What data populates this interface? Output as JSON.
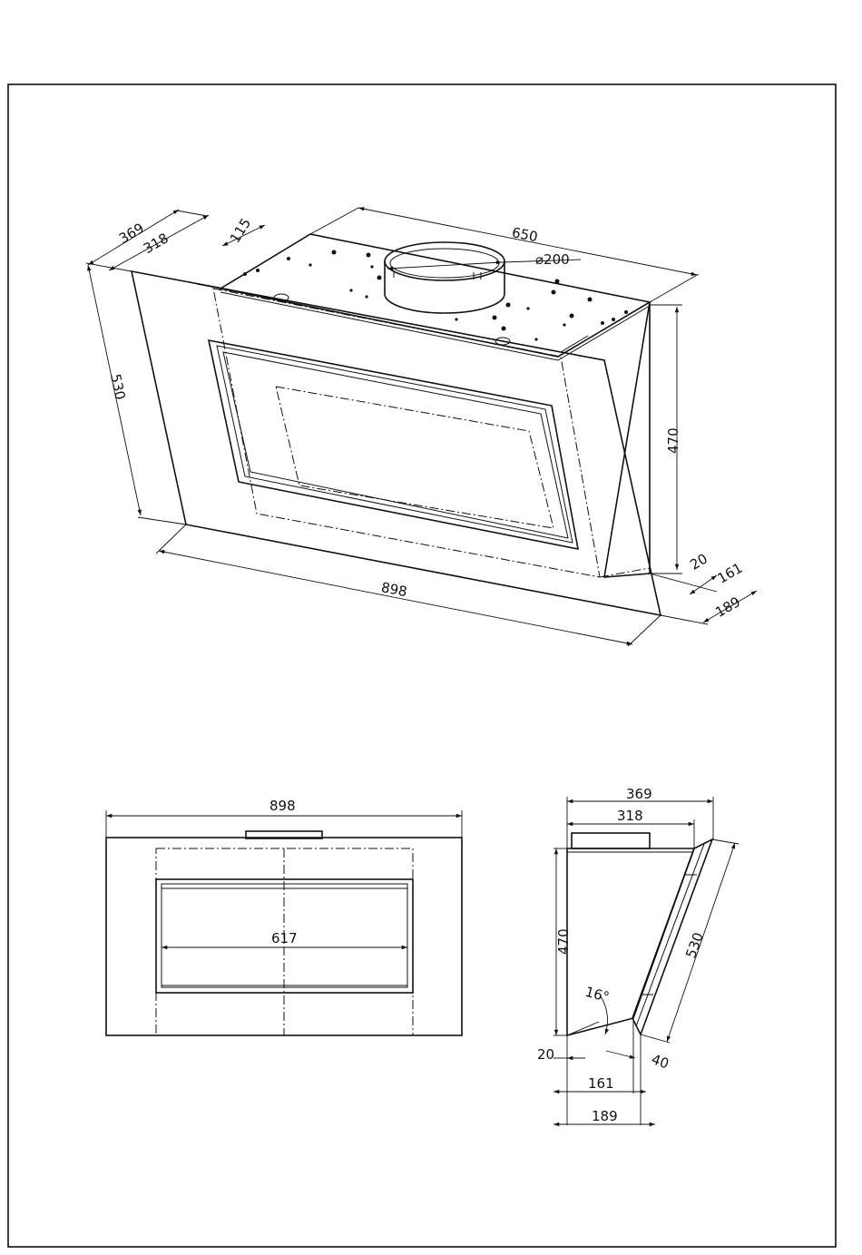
{
  "dimensions": {
    "iso": {
      "d369": "369",
      "d318": "318",
      "d115": "115",
      "d650": "650",
      "d200": "⌀200",
      "d530": "530",
      "d470": "470",
      "d898": "898",
      "d20": "20",
      "d161": "161",
      "d189": "189"
    },
    "front": {
      "d898": "898",
      "d617": "617"
    },
    "side": {
      "d369": "369",
      "d318": "318",
      "d470": "470",
      "d530": "530",
      "angle": "16°",
      "d20": "20",
      "d40": "40",
      "d161": "161",
      "d189": "189"
    }
  },
  "colors": {
    "line": "#111111",
    "background": "#ffffff"
  }
}
